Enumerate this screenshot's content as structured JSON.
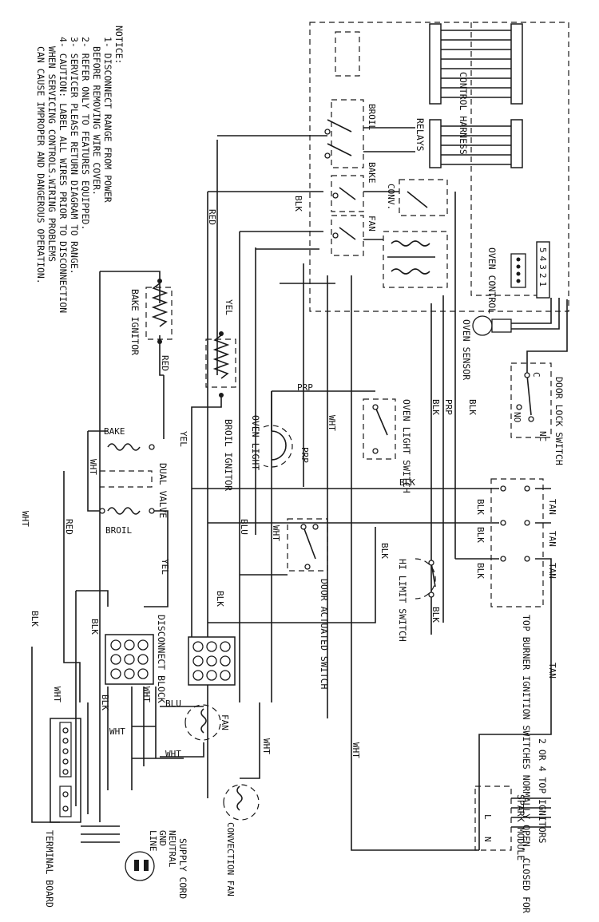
{
  "notice": {
    "title": "NOTICE:",
    "lines": [
      "1- DISCONNECT RANGE FROM POWER",
      "BEFORE REMOVING WIRE COVER.",
      "2- REFER ONLY TO FEATURES EQUIPPED.",
      "3- SERVICER PLEASE RETURN DIAGRAM TO RANGE.",
      "4- CAUTION: LABEL ALL WIRES PRIOR TO DISCONNECTION",
      "WHEN SERVICING CONTROLS.WIRING PROBLEMS",
      "CAN CAUSE IMPROPER AND DANGEROUS OPERATION."
    ]
  },
  "components": {
    "control_harness": "CONTROL HARNESS",
    "relays": "RELAYS",
    "broil_relay": "BROIL",
    "bake_relay": "BAKE",
    "conv_relay": "CONV.",
    "fan_relay": "FAN",
    "oven_control": "OVEN CONTROL",
    "oven_sensor": "OVEN SENSOR",
    "door_lock_switch": "DOOR LOCK SWITCH",
    "bake_ignitor": "BAKE IGNITOR",
    "broil_ignitor": "BROIL IGNITOR",
    "dual_valve": "DUAL VALVE",
    "valve_bake": "BAKE",
    "valve_broil": "BROIL",
    "oven_light": "OVEN LIGHT",
    "oven_light_switch": "OVEN LIGHT SWITCH",
    "door_actuated_switch": "DOOR ACTUATED SWITCH",
    "hi_limit_switch": "HI LIMIT SWITCH",
    "top_burner_switches": "TOP BURNER IGNITION SWITCHES NORMALLY OPEN, CLOSED FOR START",
    "top_ignitors": "2 OR 4 TOP IGNITORS",
    "spark_module": "SPARK MODULE",
    "disconnect_block": "DISCONNECT BLOCK",
    "fan": "FAN",
    "convection_fan": "CONVECTION FAN",
    "terminal_board": "TERMINAL BOARD",
    "supply_cord": "SUPPLY CORD",
    "neutral": "NEUTRAL",
    "gnd": "GND",
    "line": "LINE"
  },
  "wire_colors": {
    "red": "RED",
    "yel": "YEL",
    "blk": "BLK",
    "wht": "WHT",
    "prp": "PRP",
    "blu": "BLU",
    "tan": "TAN"
  },
  "terminal_codes": {
    "c": "C",
    "no": "NO",
    "nc": "NC",
    "l": "L",
    "n": "N",
    "ctrl_pins": [
      "5",
      "4",
      "3",
      "2",
      "1"
    ]
  }
}
